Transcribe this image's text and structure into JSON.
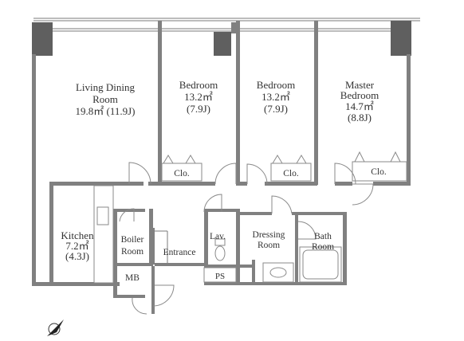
{
  "rooms": {
    "living": {
      "name_line1": "Living Dining",
      "name_line2": "Room",
      "size": "19.8㎡ (11.9J)"
    },
    "bedroom1": {
      "name": "Bedroom",
      "area": "13.2㎡",
      "jo": "(7.9J)"
    },
    "bedroom2": {
      "name": "Bedroom",
      "area": "13.2㎡",
      "jo": "(7.9J)"
    },
    "master": {
      "name_line1": "Master",
      "name_line2": "Bedroom",
      "area": "14.7㎡",
      "jo": "(8.8J)"
    },
    "kitchen": {
      "name": "Kitchen",
      "area": "7.2㎡",
      "jo": "(4.3J)"
    },
    "boiler": {
      "line1": "Boiler",
      "line2": "Room"
    },
    "entrance": {
      "name": "Entrance"
    },
    "lav": {
      "name": "Lav."
    },
    "dressing": {
      "line1": "Dressing",
      "line2": "Room"
    },
    "bath": {
      "line1": "Bath",
      "line2": "Room"
    },
    "mb": {
      "name": "MB"
    },
    "ps": {
      "name": "PS"
    }
  },
  "closets": [
    "Clo.",
    "Clo.",
    "Clo."
  ],
  "icons": {
    "compass": "north-arrow-icon"
  },
  "colors": {
    "wall": "#808080",
    "column": "#5f5f5f",
    "text": "#333333"
  }
}
